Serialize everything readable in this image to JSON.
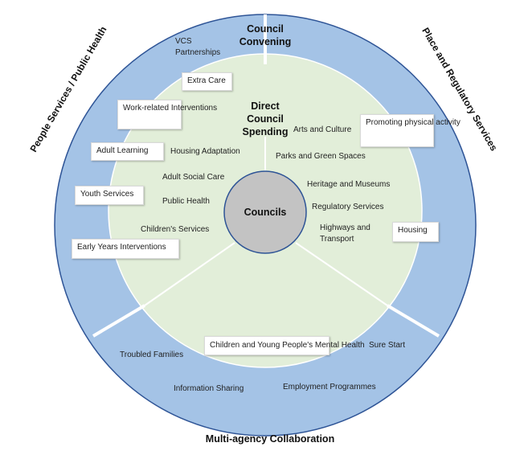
{
  "sectors": {
    "top": "Council Convening",
    "bottom": "Multi-agency Collaboration",
    "left": "People Services / Public Health",
    "right": "Place and Regulatory Services"
  },
  "center": "Councils",
  "inner_title": "Direct Council Spending",
  "inner_left_items": [
    "Housing Adaptation",
    "Adult Social Care",
    "Public Health",
    "Children's Services"
  ],
  "inner_right_items": [
    "Arts and Culture",
    "Parks and Green Spaces",
    "Heritage and Museums",
    "Regulatory Services",
    "Highways and Transport"
  ],
  "inner_bottom_box": "Children and Young People's Mental Health",
  "outer_left_plain": "VCS Partnerships",
  "outer_left_boxes": [
    "Extra Care",
    "Work-related Interventions",
    "Adult Learning",
    "Youth Services",
    "Early Years Interventions"
  ],
  "outer_right_boxes": [
    "Promoting physical activity",
    "Housing"
  ],
  "outer_bottom_items": [
    "Troubled Families",
    "Information Sharing",
    "Employment Programmes",
    "Sure Start"
  ],
  "colors": {
    "outer_ring": "#a4c3e6",
    "inner_circle": "#e2eed9",
    "center_circle": "#c3c3c3",
    "outline": "#2e5496",
    "divider": "#ffffff"
  }
}
